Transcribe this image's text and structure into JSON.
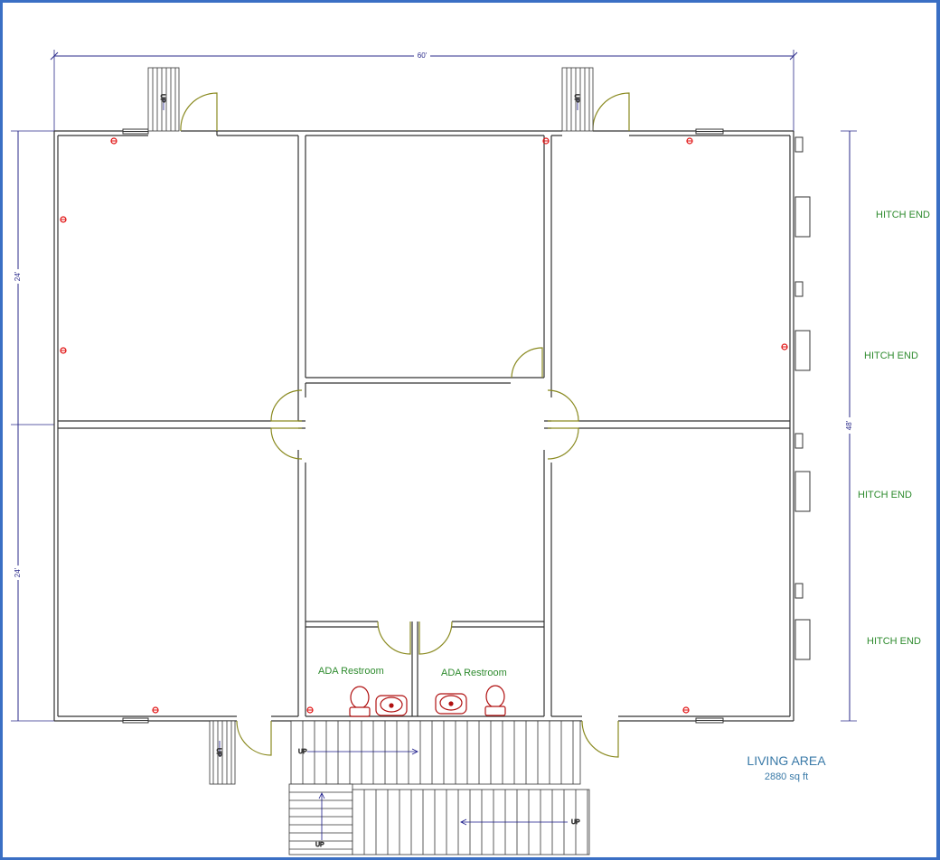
{
  "dimensions": {
    "width": "60'",
    "left_top": "24'",
    "left_bottom": "24'",
    "right": "48'"
  },
  "hitch_labels": [
    "HITCH END",
    "HITCH END",
    "HITCH END",
    "HITCH END"
  ],
  "rooms": {
    "restroom_left": "ADA Restroom",
    "restroom_right": "ADA Restroom"
  },
  "living_area": {
    "title": "LIVING AREA",
    "size": "2880 sq ft"
  },
  "stairs": {
    "up_label": "UP"
  },
  "colors": {
    "frame": "#3a6fc4",
    "wall": "#333333",
    "door": "#8a8a20",
    "dimension": "#2a2a8a",
    "hitch_text": "#2e8b2e",
    "fixture": "#b01010",
    "outlet": "#e01010",
    "area_text": "#3a7aa8"
  },
  "icons": {
    "outlet": "outlet-icon",
    "toilet": "toilet-icon",
    "sink": "sink-icon",
    "window": "window-icon"
  }
}
